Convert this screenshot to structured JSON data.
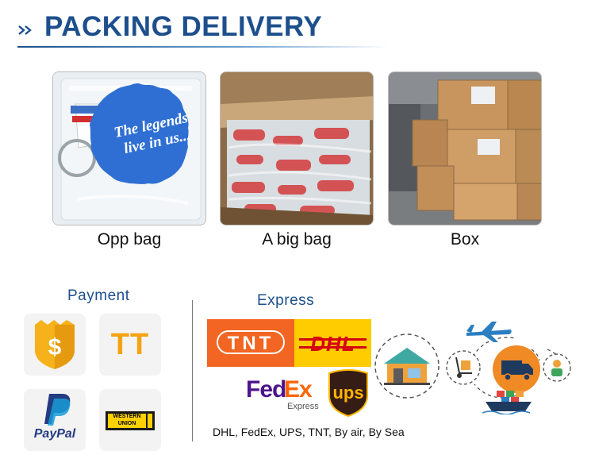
{
  "header": {
    "title": "PACKING DELIVERY"
  },
  "packing": [
    {
      "label": "Opp bag"
    },
    {
      "label": "A big bag"
    },
    {
      "label": "Box"
    }
  ],
  "product": {
    "text_line1": "The legends",
    "text_line2": "live in us..."
  },
  "payment": {
    "title": "Payment",
    "tt_label": "TT",
    "paypal_label": "PayPal",
    "western_union_line1": "WESTERN",
    "western_union_line2": "UNION"
  },
  "express": {
    "title": "Express",
    "tnt_label": "TNT",
    "dhl_label": "DHL",
    "fedex_fed": "Fed",
    "fedex_ex": "Ex",
    "fedex_sub": "Express",
    "ups_label": "ups",
    "note": "DHL, FedEx, UPS, TNT, By air, By Sea"
  },
  "colors": {
    "brand_blue": "#1d4f8c",
    "tnt_orange": "#f26522",
    "dhl_yellow": "#ffcc00",
    "dhl_red": "#d40511",
    "fedex_purple": "#4d148c",
    "fedex_orange": "#ff6600",
    "ups_brown": "#351c15",
    "ups_gold": "#ffb500",
    "alipay_gold": "#f5b21a",
    "paypal_blue": "#253b80",
    "paypal_light": "#179bd7"
  }
}
